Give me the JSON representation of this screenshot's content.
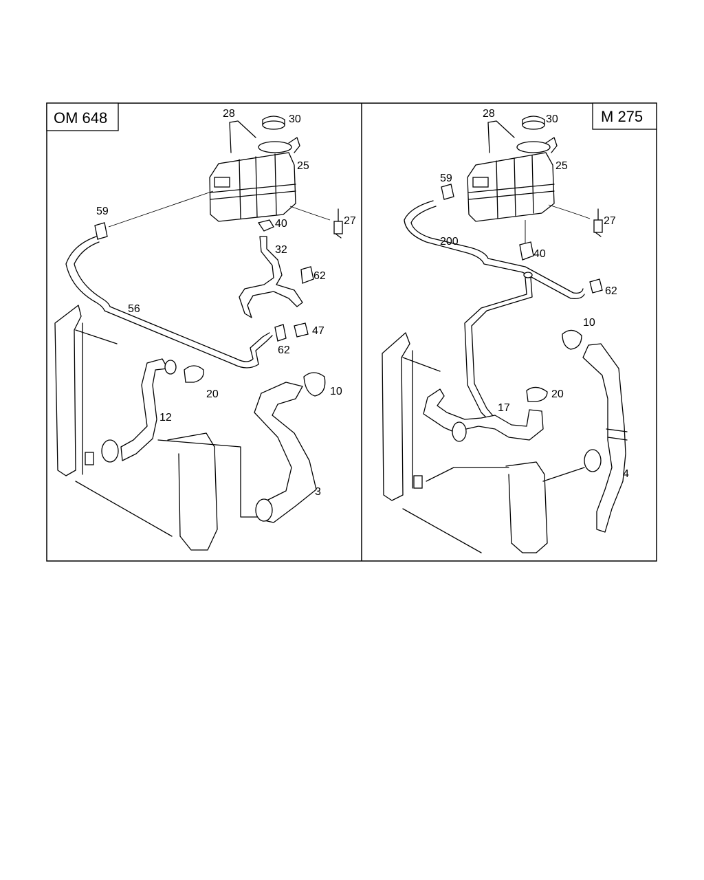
{
  "panels": [
    {
      "title": "OM 648",
      "parts": [
        "28",
        "30",
        "25",
        "59",
        "27",
        "40",
        "32",
        "62",
        "56",
        "47",
        "62",
        "20",
        "10",
        "12",
        "3"
      ]
    },
    {
      "title": "M 275",
      "parts": [
        "28",
        "30",
        "25",
        "59",
        "27",
        "200",
        "40",
        "62",
        "10",
        "20",
        "17",
        "4"
      ]
    }
  ]
}
